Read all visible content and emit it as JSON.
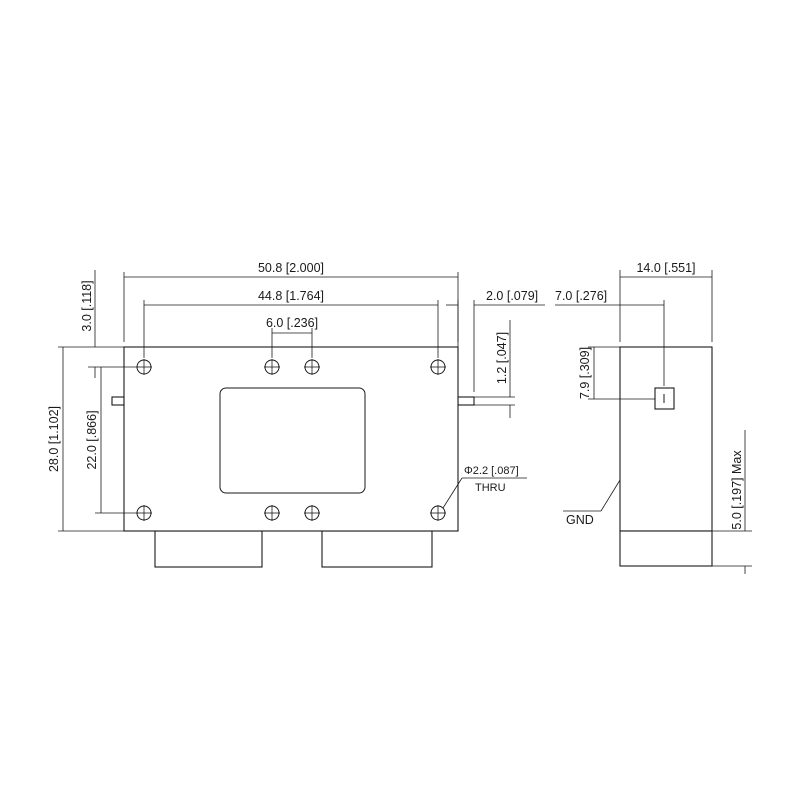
{
  "labels": {
    "overall_width": "50.8 [2.000]",
    "hole_pitch_x": "44.8 [1.764]",
    "hole_spacing_center": "6.0 [.236]",
    "pin_length": "2.0 [.079]",
    "pin_offset_top": "1.2 [.047]",
    "top_offset": "3.0 [.118]",
    "overall_height": "28.0 [1.102]",
    "hole_pitch_y": "22.0 [.866]",
    "hole_diameter": "Φ2.2 [.087]",
    "hole_type": "THRU",
    "side_depth": "14.0 [.551]",
    "pin_depth": "7.0 [.276]",
    "pin_height": "7.9 [.309]",
    "foot_height": "5.0 [.197] Max",
    "ground": "GND"
  }
}
